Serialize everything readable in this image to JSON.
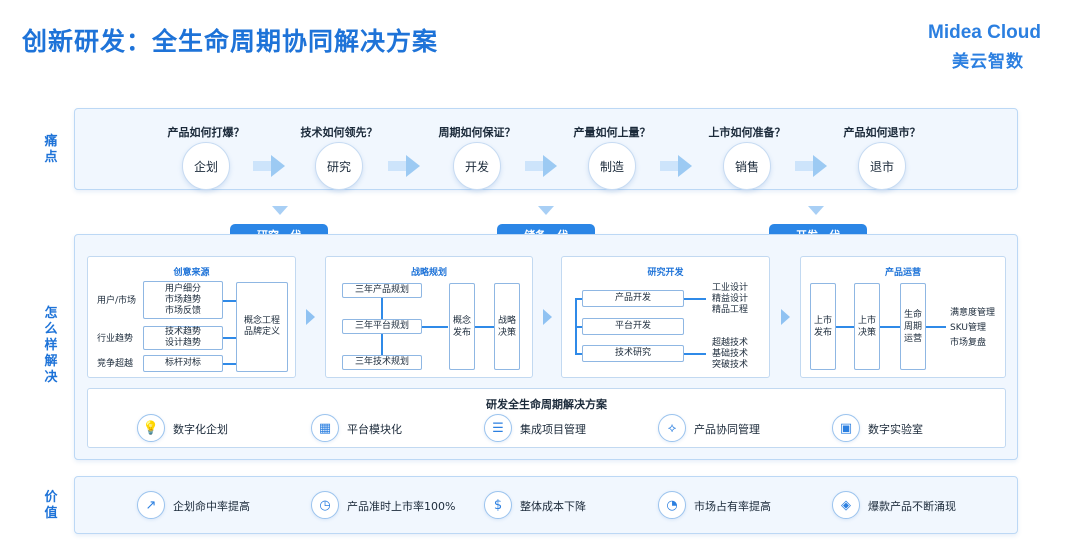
{
  "title": "创新研发：全生命周期协同解决方案",
  "logo": {
    "brand": "Midea Cloud",
    "cn": "美云智数"
  },
  "sections": {
    "pain": "痛点",
    "how": "怎么样解决",
    "value": "价值"
  },
  "pain_points": [
    {
      "question": "产品如何打爆？",
      "stage": "企划"
    },
    {
      "question": "技术如何领先？",
      "stage": "研究"
    },
    {
      "question": "周期如何保证？",
      "stage": "开发"
    },
    {
      "question": "产量如何上量？",
      "stage": "制造"
    },
    {
      "question": "上市如何准备？",
      "stage": "销售"
    },
    {
      "question": "产品如何退市？",
      "stage": "退市"
    }
  ],
  "tags": [
    "研究一代",
    "储备一代",
    "开发一代"
  ],
  "panels": {
    "creative": {
      "title": "创意来源",
      "rows": [
        {
          "label": "用户/市场",
          "items": [
            "用户细分",
            "市场趋势",
            "市场反馈"
          ]
        },
        {
          "label": "行业趋势",
          "items": [
            "技术趋势",
            "设计趋势"
          ]
        },
        {
          "label": "竞争超越",
          "items": [
            "标杆对标"
          ]
        }
      ],
      "result": "概念工程\n品牌定义"
    },
    "strategy": {
      "title": "战略规划",
      "plans": [
        "三年产品规划",
        "三年平台规划",
        "三年技术规划"
      ],
      "concept": "概念发布",
      "decision": "战略决策"
    },
    "research": {
      "title": "研究开发",
      "items": [
        "产品开发",
        "平台开发",
        "技术研究"
      ],
      "out1": [
        "工业设计",
        "精益设计",
        "精品工程"
      ],
      "out2": [
        "超越技术",
        "基础技术",
        "突破技术"
      ]
    },
    "ops": {
      "title": "产品运营",
      "steps": [
        "上市发布",
        "上市决策",
        "生命周期运营"
      ],
      "outputs": [
        "满意度管理",
        "SKU管理",
        "市场复盘"
      ]
    }
  },
  "solution": {
    "title": "研发全生命周期解决方案",
    "items": [
      {
        "icon": "lightbulb-icon",
        "label": "数字化企划"
      },
      {
        "icon": "grid-icon",
        "label": "平台模块化"
      },
      {
        "icon": "list-icon",
        "label": "集成项目管理"
      },
      {
        "icon": "network-icon",
        "label": "产品协同管理"
      },
      {
        "icon": "lab-icon",
        "label": "数字实验室"
      }
    ]
  },
  "values": [
    {
      "icon": "trend-up-icon",
      "label": "企划命中率提高"
    },
    {
      "icon": "clock-icon",
      "label": "产品准时上市率100%"
    },
    {
      "icon": "dollar-icon",
      "label": "整体成本下降"
    },
    {
      "icon": "pie-icon",
      "label": "市场占有率提高"
    },
    {
      "icon": "cube-icon",
      "label": "爆款产品不断涌现"
    }
  ]
}
